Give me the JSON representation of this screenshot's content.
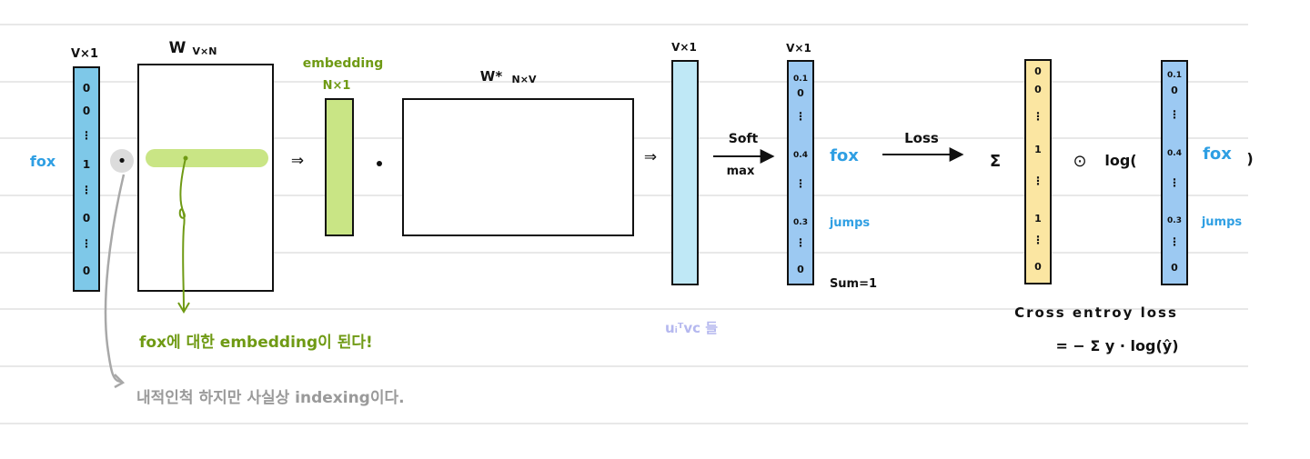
{
  "colors": {
    "ruled_line": "#d9d9d9",
    "blue_vector": "#7ec8e8",
    "light_blue_vector": "#bfe8f6",
    "output_vector": "#9cc9f2",
    "yellow_vector": "#fbe6a2",
    "green": "#6f9a14",
    "green_fill": "#c9e585",
    "blue_text": "#2f9fe3",
    "gray_text": "#9a9a9a",
    "lavender_text": "#b5b8ef",
    "ink": "#111111"
  },
  "input_vector": {
    "size_label": "V×1",
    "word_label": "fox",
    "entries": [
      "0",
      "0",
      "⋮",
      "1",
      "⋮",
      "0",
      "⋮",
      "0"
    ]
  },
  "dot_operator": "•",
  "weight_matrix": {
    "label": "W",
    "subscript": "V×N"
  },
  "embedding": {
    "title": "embedding",
    "size_label": "N×1"
  },
  "arrow_symbol": "⇒",
  "output_matrix": {
    "label": "W*",
    "subscript": "N×V"
  },
  "score_vector": {
    "size_label": "V×1",
    "note": "uᵢᵀvc 들"
  },
  "softmax": {
    "top": "Soft",
    "bottom": "max"
  },
  "prob_vector": {
    "size_label": "V×1",
    "entries": [
      "0.1",
      "0",
      "⋮",
      "0.4",
      "⋮",
      "0.3",
      "⋮",
      "0"
    ],
    "fox_label": "fox",
    "jumps_label": "jumps",
    "sum_label": "Sum=1"
  },
  "loss_arrow_label": "Loss",
  "loss_formula": {
    "sigma": "Σ",
    "target_entries": [
      "0",
      "0",
      "⋮",
      "1",
      "⋮",
      "1",
      "⋮",
      "0"
    ],
    "hadamard": "⊙",
    "log_open": "log(",
    "close": ")",
    "pred_entries": [
      "0.1",
      "0",
      "⋮",
      "0.4",
      "⋮",
      "0.3",
      "⋮",
      "0"
    ],
    "fox_label": "fox",
    "jumps_label": "jumps"
  },
  "annotations": {
    "fox_embedding": "fox에 대한 embedding이 된다!",
    "indexing": "내적인척 하지만 사실상 indexing이다.",
    "cross_entropy_title": "Cross entroy loss",
    "cross_entropy_formula": "= − Σ y · log(ŷ)"
  }
}
